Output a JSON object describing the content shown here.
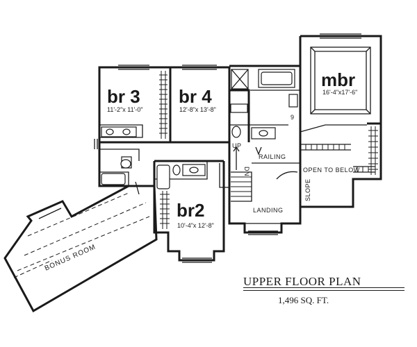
{
  "plan": {
    "title": "UPPER FLOOR PLAN",
    "area": "1,496 SQ. FT.",
    "rooms": {
      "mbr": {
        "name": "mbr",
        "size": "16'-4\"x17'-6\""
      },
      "br3": {
        "name": "br 3",
        "size": "11'-2\"x 11'-0\""
      },
      "br4": {
        "name": "br 4",
        "size": "12'-8\"x 13'-8\""
      },
      "br2": {
        "name": "br2",
        "size": "10'-4\"x 12'-8\""
      },
      "bonus": {
        "name": "BONUS ROOM"
      }
    },
    "labels": {
      "up": "UP",
      "railing": "RAILING",
      "landing": "LANDING",
      "open_to_below": "OPEN TO BELOW",
      "slope": "SLOPE",
      "dn": "DN",
      "step_count": "9"
    }
  }
}
